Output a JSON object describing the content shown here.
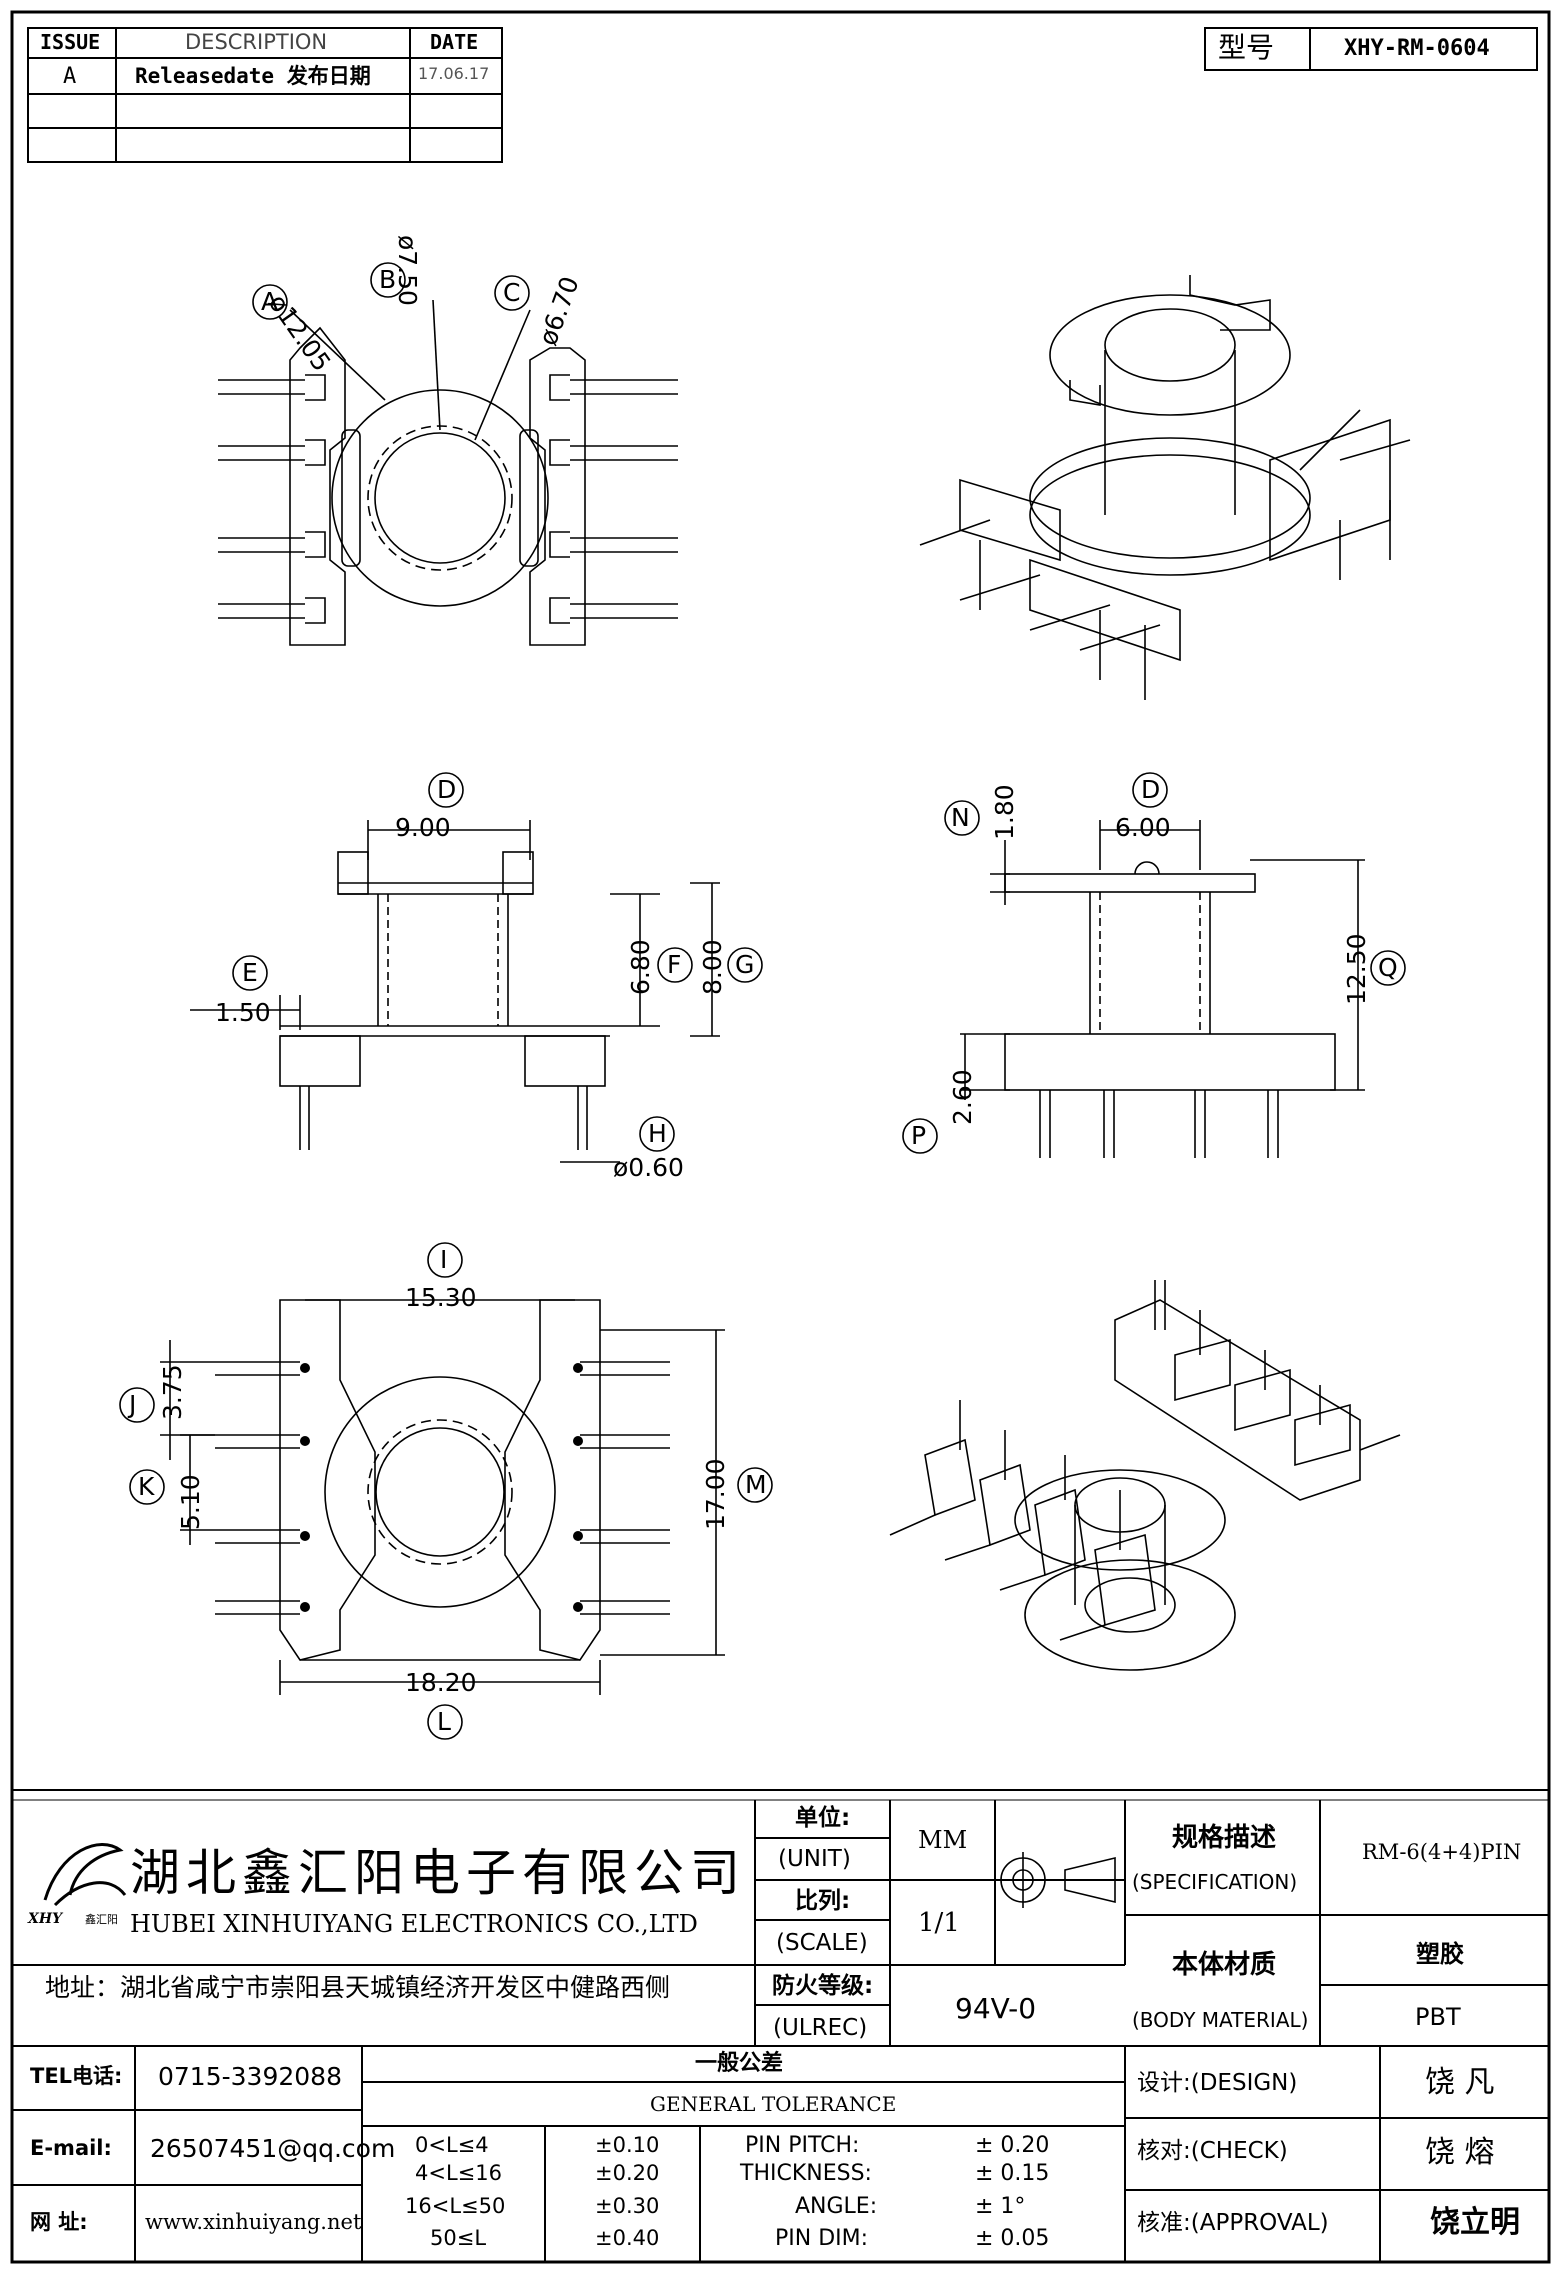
{
  "revision_table": {
    "headers": [
      "ISSUE",
      "DESCRIPTION",
      "DATE"
    ],
    "rows": [
      {
        "issue": "A",
        "description": "Releasedate 发布日期",
        "date": "17.06.17"
      },
      {
        "issue": "",
        "description": "",
        "date": ""
      },
      {
        "issue": "",
        "description": "",
        "date": ""
      }
    ]
  },
  "model": {
    "label": "型号",
    "value": "XHY-RM-0604"
  },
  "dimensions": {
    "A": "ø12.05",
    "B": "ø7.50",
    "C": "ø6.70",
    "D_side": "9.00",
    "E": "1.50",
    "F": "6.80",
    "G": "8.00",
    "H": "ø0.60",
    "D_front": "6.00",
    "N": "1.80",
    "Q": "12.50",
    "P": "2.60",
    "I": "15.30",
    "J": "3.75",
    "K": "5.10",
    "M": "17.00",
    "L": "18.20"
  },
  "callouts": [
    "A",
    "B",
    "C",
    "D",
    "E",
    "F",
    "G",
    "H",
    "I",
    "J",
    "K",
    "L",
    "M",
    "N",
    "P",
    "Q"
  ],
  "company": {
    "name_cn": "湖北鑫汇阳电子有限公司",
    "name_en": "HUBEI XINHUIYANG ELECTRONICS CO.,LTD",
    "logo_text": "XHY",
    "logo_sub": "鑫汇阳",
    "address": "地址：湖北省咸宁市崇阳县天城镇经济开发区中健路西侧"
  },
  "spec_block": {
    "unit_cn": "单位:",
    "unit_en": "(UNIT)",
    "unit_value": "MM",
    "scale_cn": "比列:",
    "scale_en": "(SCALE)",
    "scale_value": "1/1",
    "ul_cn": "防火等级:",
    "ul_en": "(ULREC)",
    "ul_value": "94V-0",
    "spec_cn": "规格描述",
    "spec_en": "(SPECIFICATION)",
    "spec_value": "RM-6(4+4)PIN",
    "material_cn": "本体材质",
    "material_en": "(BODY MATERIAL)",
    "material_value_cn": "塑胶",
    "material_value_en": "PBT"
  },
  "contact": {
    "tel_label": "TEL电话:",
    "tel": "0715-3392088",
    "email_label": "E-mail:",
    "email": "26507451@qq.com",
    "web_label": "网  址:",
    "web": "www.xinhuiyang.net"
  },
  "tolerance": {
    "title_cn": "一般公差",
    "title_en": "GENERAL TOLERANCE",
    "ranges": [
      {
        "range": "0<L≤4",
        "tol": "±0.10"
      },
      {
        "range": "4<L≤16",
        "tol": "±0.20"
      },
      {
        "range": "16<L≤50",
        "tol": "±0.30"
      },
      {
        "range": "50≤L",
        "tol": "±0.40"
      }
    ],
    "others": [
      {
        "name": "PIN PITCH:",
        "tol": "±  0.20"
      },
      {
        "name": "THICKNESS:",
        "tol": "±  0.15"
      },
      {
        "name": "ANGLE:",
        "tol": "±  1°"
      },
      {
        "name": "PIN DIM:",
        "tol": "±  0.05"
      }
    ]
  },
  "signoff": {
    "design_label": "设计:(DESIGN)",
    "design_name": "饶  凡",
    "check_label": "核对:(CHECK)",
    "check_name": "饶  熔",
    "approval_label": "核准:(APPROVAL)",
    "approval_name": "饶立明"
  }
}
